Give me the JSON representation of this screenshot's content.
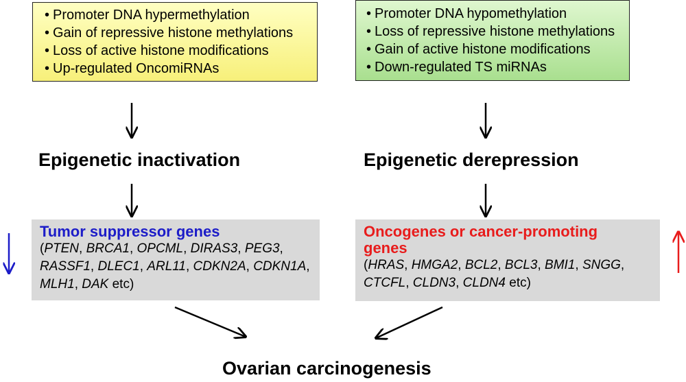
{
  "left": {
    "box_items": [
      "Promoter DNA hypermethylation",
      "Gain of repressive histone methylations",
      "Loss of active histone modifications",
      "Up-regulated OncomiRNAs"
    ],
    "heading": "Epigenetic inactivation",
    "genes_title": "Tumor suppressor genes",
    "genes_list": [
      "PTEN",
      "BRCA1",
      "OPCML",
      "DIRAS3",
      "PEG3",
      "RASSF1",
      "DLEC1",
      "ARL11",
      "CDKN2A",
      "CDKN1A",
      "MLH1",
      "DAK"
    ],
    "genes_suffix": "etc)",
    "color_title": "#1c1cc8",
    "color_box": "#fbf6a0"
  },
  "right": {
    "box_items": [
      "Promoter DNA hypomethylation",
      "Loss of repressive histone methylations",
      "Gain of active histone modifications",
      "Down-regulated TS miRNAs"
    ],
    "heading": "Epigenetic derepression",
    "genes_title": "Oncogenes or cancer-promoting genes",
    "genes_list": [
      "HRAS",
      "HMGA2",
      "BCL2",
      "BCL3",
      "BMI1",
      "SNGG",
      "CTCFL",
      "CLDN3",
      "CLDN4"
    ],
    "genes_suffix": "etc)",
    "color_title": "#e81c1c",
    "color_box": "#b8e6a0"
  },
  "bottom": {
    "label": "Ovarian carcinogenesis"
  },
  "indicators": {
    "down_arrow_color": "#1c1cc8",
    "up_arrow_color": "#e81c1c"
  }
}
